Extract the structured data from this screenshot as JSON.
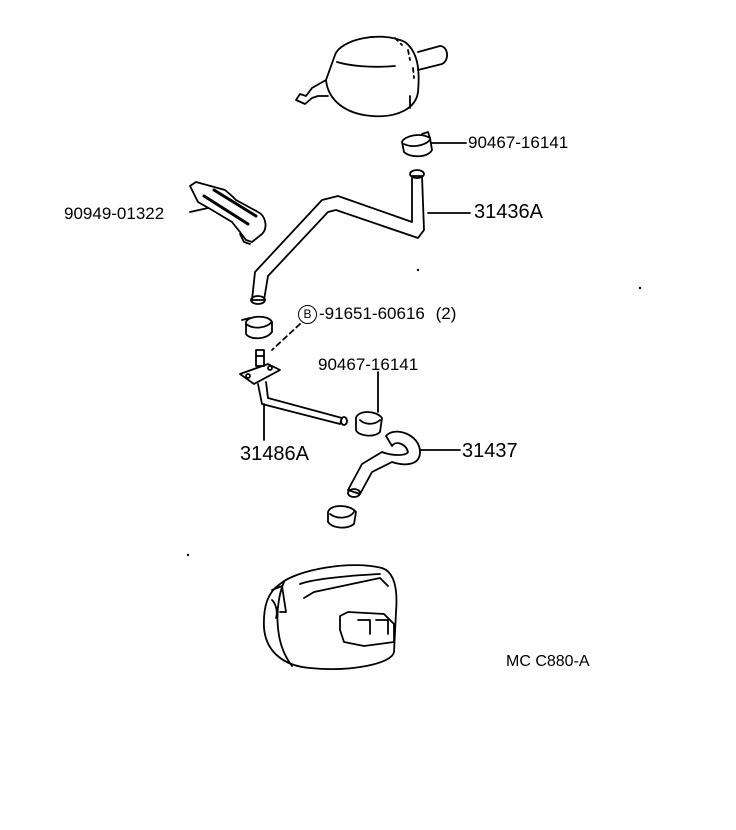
{
  "diagram": {
    "ref_code": "MC C880-A",
    "bolt_marker": "B",
    "labels": {
      "clamp_top": "90467-16141",
      "bracket": "90949-01322",
      "hose_upper": "31436A",
      "bolt": "-91651-60616",
      "bolt_qty": "(2)",
      "clamp_mid": "90467-16141",
      "pipe": "31486A",
      "hose_lower": "31437"
    },
    "colors": {
      "ink": "#000000",
      "paper": "#ffffff"
    }
  }
}
